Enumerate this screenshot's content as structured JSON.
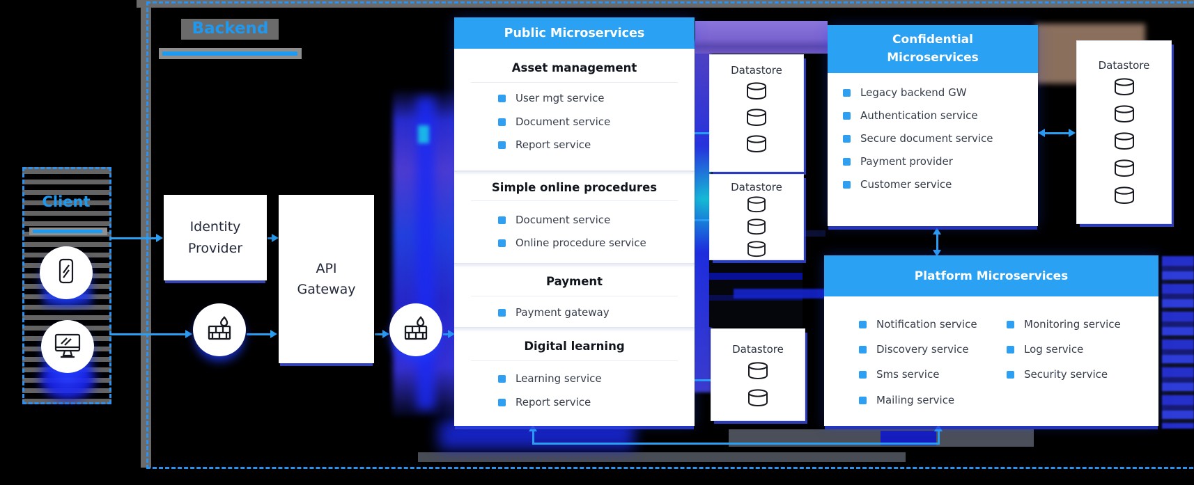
{
  "diagram": {
    "backend_label": "Backend",
    "client_label": "Client",
    "nodes": {
      "identity_provider": "Identity Provider",
      "api_gateway": "API Gateway"
    },
    "panels": {
      "public": {
        "title": "Public Microservices",
        "sections": [
          {
            "title": "Asset management",
            "items": [
              "User  mgt service",
              "Document service",
              "Report service"
            ]
          },
          {
            "title": "Simple online procedures",
            "items": [
              "Document service",
              "Online procedure service"
            ]
          },
          {
            "title": "Payment",
            "items": [
              "Payment gateway"
            ]
          },
          {
            "title": "Digital learning",
            "items": [
              "Learning service",
              "Report service"
            ]
          }
        ]
      },
      "confidential": {
        "title": "Confidential Microservices",
        "items": [
          "Legacy backend GW",
          "Authentication service",
          "Secure document service",
          "Payment provider",
          "Customer service"
        ]
      },
      "platform": {
        "title": "Platform Microservices",
        "items_left": [
          "Notification service",
          "Discovery service",
          "Sms service",
          "Mailing service"
        ],
        "items_right": [
          "Monitoring service",
          "Log service",
          "Security service"
        ]
      }
    },
    "datastores": [
      {
        "label": "Datastore",
        "cylinders": 3
      },
      {
        "label": "Datastore",
        "cylinders": 3
      },
      {
        "label": "Datastore",
        "cylinders": 2
      },
      {
        "label": "Datastore",
        "cylinders": 5
      }
    ],
    "colors": {
      "accent_blue": "#2aa1f3",
      "arrow_blue": "#2b9ff2",
      "bullet_blue": "#2f9ff2",
      "label_blue": "#1f99f0",
      "purple_block": "#7a63cf",
      "glow_blue": "#1e2df5",
      "background": "#000000"
    }
  }
}
